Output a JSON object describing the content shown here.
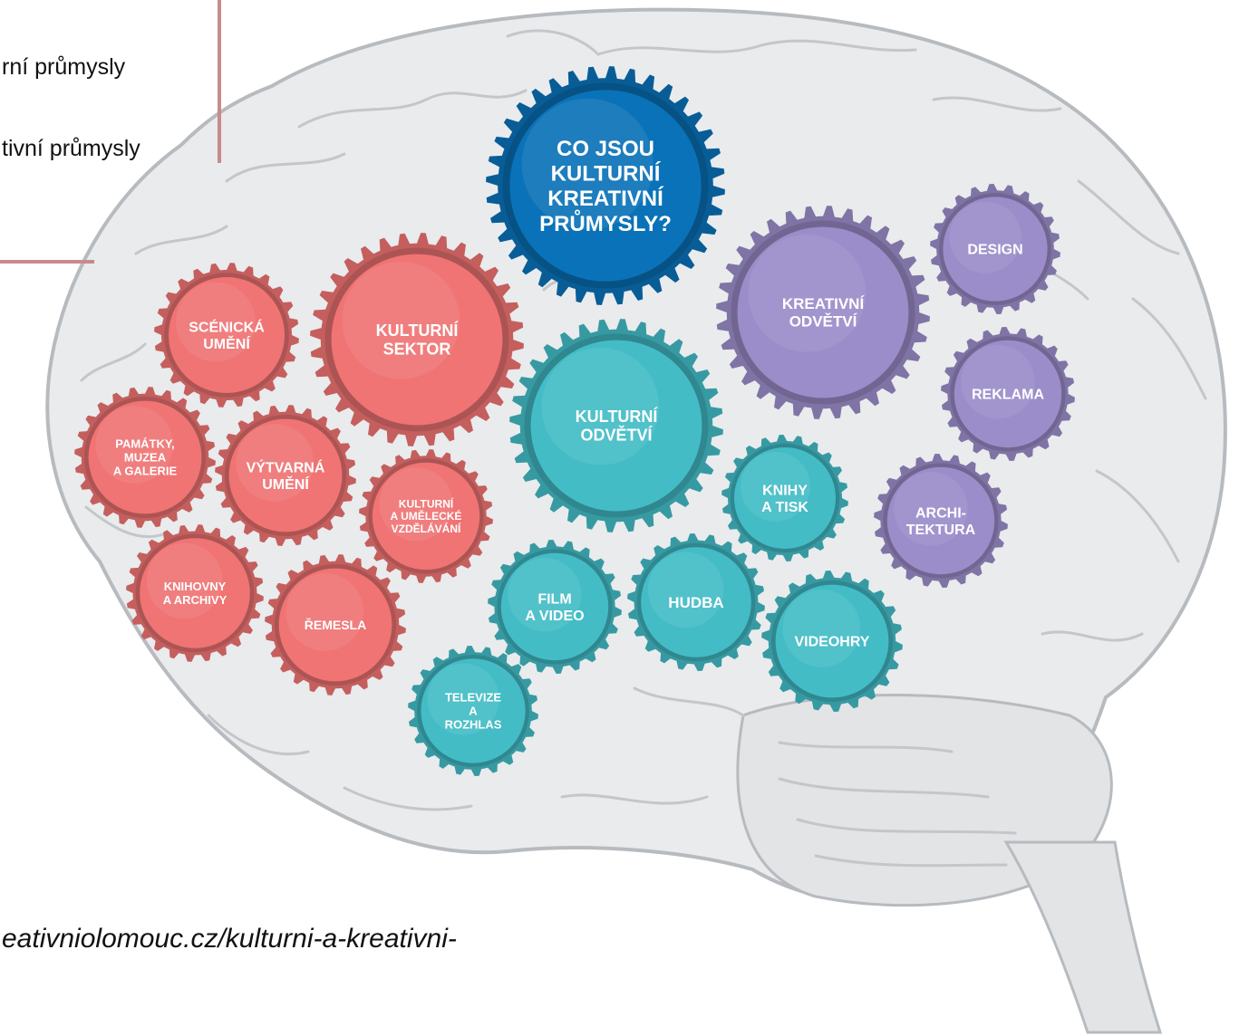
{
  "left_panel": {
    "line1": "rní průmysly",
    "line2": "tivní průmysly"
  },
  "source": "eativniolomouc.cz/kulturni-a-kreativni-",
  "colors": {
    "center": "#0a72b8",
    "culture": "#ef7473",
    "branches": "#43bcc6",
    "creative": "#9b8dc9",
    "brain": "#e4e6e8",
    "brain_line": "#b7bbbf",
    "frame": "#c98a8c"
  },
  "gears": [
    {
      "id": "center",
      "group": "center",
      "lines": [
        "CO JSOU",
        "KULTURNÍ",
        "KREATIVNÍ",
        "PRŮMYSLY?"
      ]
    },
    {
      "id": "kulturni-sektor",
      "group": "culture",
      "lines": [
        "KULTURNÍ",
        "SEKTOR"
      ]
    },
    {
      "id": "scenicka-umeni",
      "group": "culture",
      "lines": [
        "SCÉNICKÁ",
        "UMĚNÍ"
      ]
    },
    {
      "id": "pamatky",
      "group": "culture",
      "lines": [
        "PAMÁTKY,",
        "MUZEA",
        "A GALERIE"
      ]
    },
    {
      "id": "vytvarna-umeni",
      "group": "culture",
      "lines": [
        "VÝTVARNÁ",
        "UMĚNÍ"
      ]
    },
    {
      "id": "knihovny",
      "group": "culture",
      "lines": [
        "KNIHOVNY",
        "A ARCHIVY"
      ]
    },
    {
      "id": "remesla",
      "group": "culture",
      "lines": [
        "ŘEMESLA"
      ]
    },
    {
      "id": "vzdelavani",
      "group": "culture",
      "lines": [
        "KULTURNÍ",
        "A UMĚLECKÉ",
        "VZDĚLÁVÁNÍ"
      ]
    },
    {
      "id": "kulturni-odvetvi",
      "group": "branches",
      "lines": [
        "KULTURNÍ",
        "ODVĚTVÍ"
      ]
    },
    {
      "id": "knihy",
      "group": "branches",
      "lines": [
        "KNIHY",
        "A TISK"
      ]
    },
    {
      "id": "film",
      "group": "branches",
      "lines": [
        "FILM",
        "A VIDEO"
      ]
    },
    {
      "id": "hudba",
      "group": "branches",
      "lines": [
        "HUDBA"
      ]
    },
    {
      "id": "videohry",
      "group": "branches",
      "lines": [
        "VIDEOHRY"
      ]
    },
    {
      "id": "televize",
      "group": "branches",
      "lines": [
        "TELEVIZE",
        "A",
        "ROZHLAS"
      ]
    },
    {
      "id": "kreativni-odvetvi",
      "group": "creative",
      "lines": [
        "KREATIVNÍ",
        "ODVĚTVÍ"
      ]
    },
    {
      "id": "design",
      "group": "creative",
      "lines": [
        "DESIGN"
      ]
    },
    {
      "id": "reklama",
      "group": "creative",
      "lines": [
        "REKLAMA"
      ]
    },
    {
      "id": "architektura",
      "group": "creative",
      "lines": [
        "ARCHI-",
        "TEKTURA"
      ]
    }
  ]
}
